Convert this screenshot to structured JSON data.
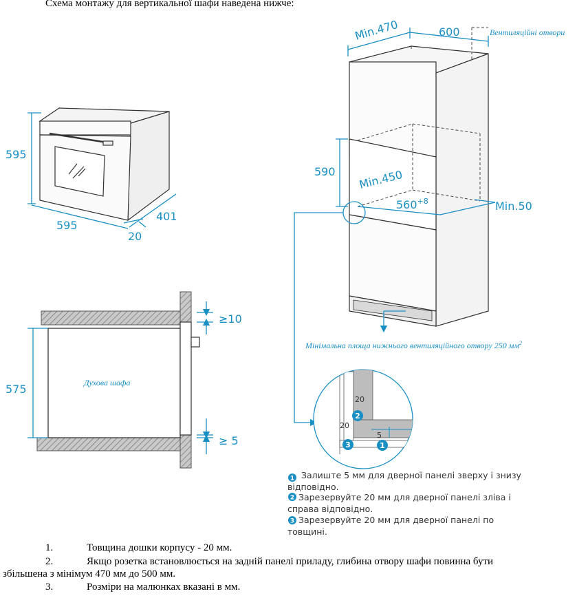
{
  "heading": "Схема монтажу для вертикальної шафи наведена нижче:",
  "oven_top": {
    "height": "595",
    "width": "595",
    "depth": "401",
    "panel": "20"
  },
  "cabinet": {
    "min_depth": "Min.470",
    "width": "600",
    "vent_label": "Вентиляційні отвори",
    "niche_height": "590",
    "min_450": "Min.450",
    "width_560_base": "560",
    "width_560_sup": "+8",
    "min_50": "Min.50",
    "bottom_vent_label": "Мінімальна площа нижнього вентиляційного отвору 250 мм",
    "bottom_vent_sup": "2"
  },
  "side_section": {
    "gap_top": "≥10",
    "height": "575",
    "gap_bottom": "≥ 5",
    "oven_label": "Духова шафа"
  },
  "detail": {
    "dim_20a": "20",
    "dim_20b": "20",
    "dim_5": "5",
    "marker1": "1",
    "marker2": "2",
    "marker3": "3"
  },
  "notes": [
    {
      "marker": "1",
      "line1": "Залиште 5 мм для дверної панелі зверху і знизу",
      "line2": "відповідно."
    },
    {
      "marker": "2",
      "line1": "Зарезервуйте 20 мм для дверної панелі зліва і",
      "line2": "справа відповідно."
    },
    {
      "marker": "3",
      "line1": "Зарезервуйте 20 мм для дверної панелі по",
      "line2": "товщині."
    }
  ],
  "list": [
    {
      "num": "1.",
      "text": "Товщина дошки корпусу - 20 мм."
    },
    {
      "num": "2.",
      "text": "Якщо розетка встановлюється на задній панелі приладу, глибина отвору шафи повинна бути",
      "cont": "збільшена з мінімум 470 мм до 500 мм."
    },
    {
      "num": "3.",
      "text": "Розміри на малюнках вказані в мм."
    }
  ],
  "colors": {
    "accent": "#1a8fc4",
    "line": "#333333",
    "hatch": "#777777"
  }
}
